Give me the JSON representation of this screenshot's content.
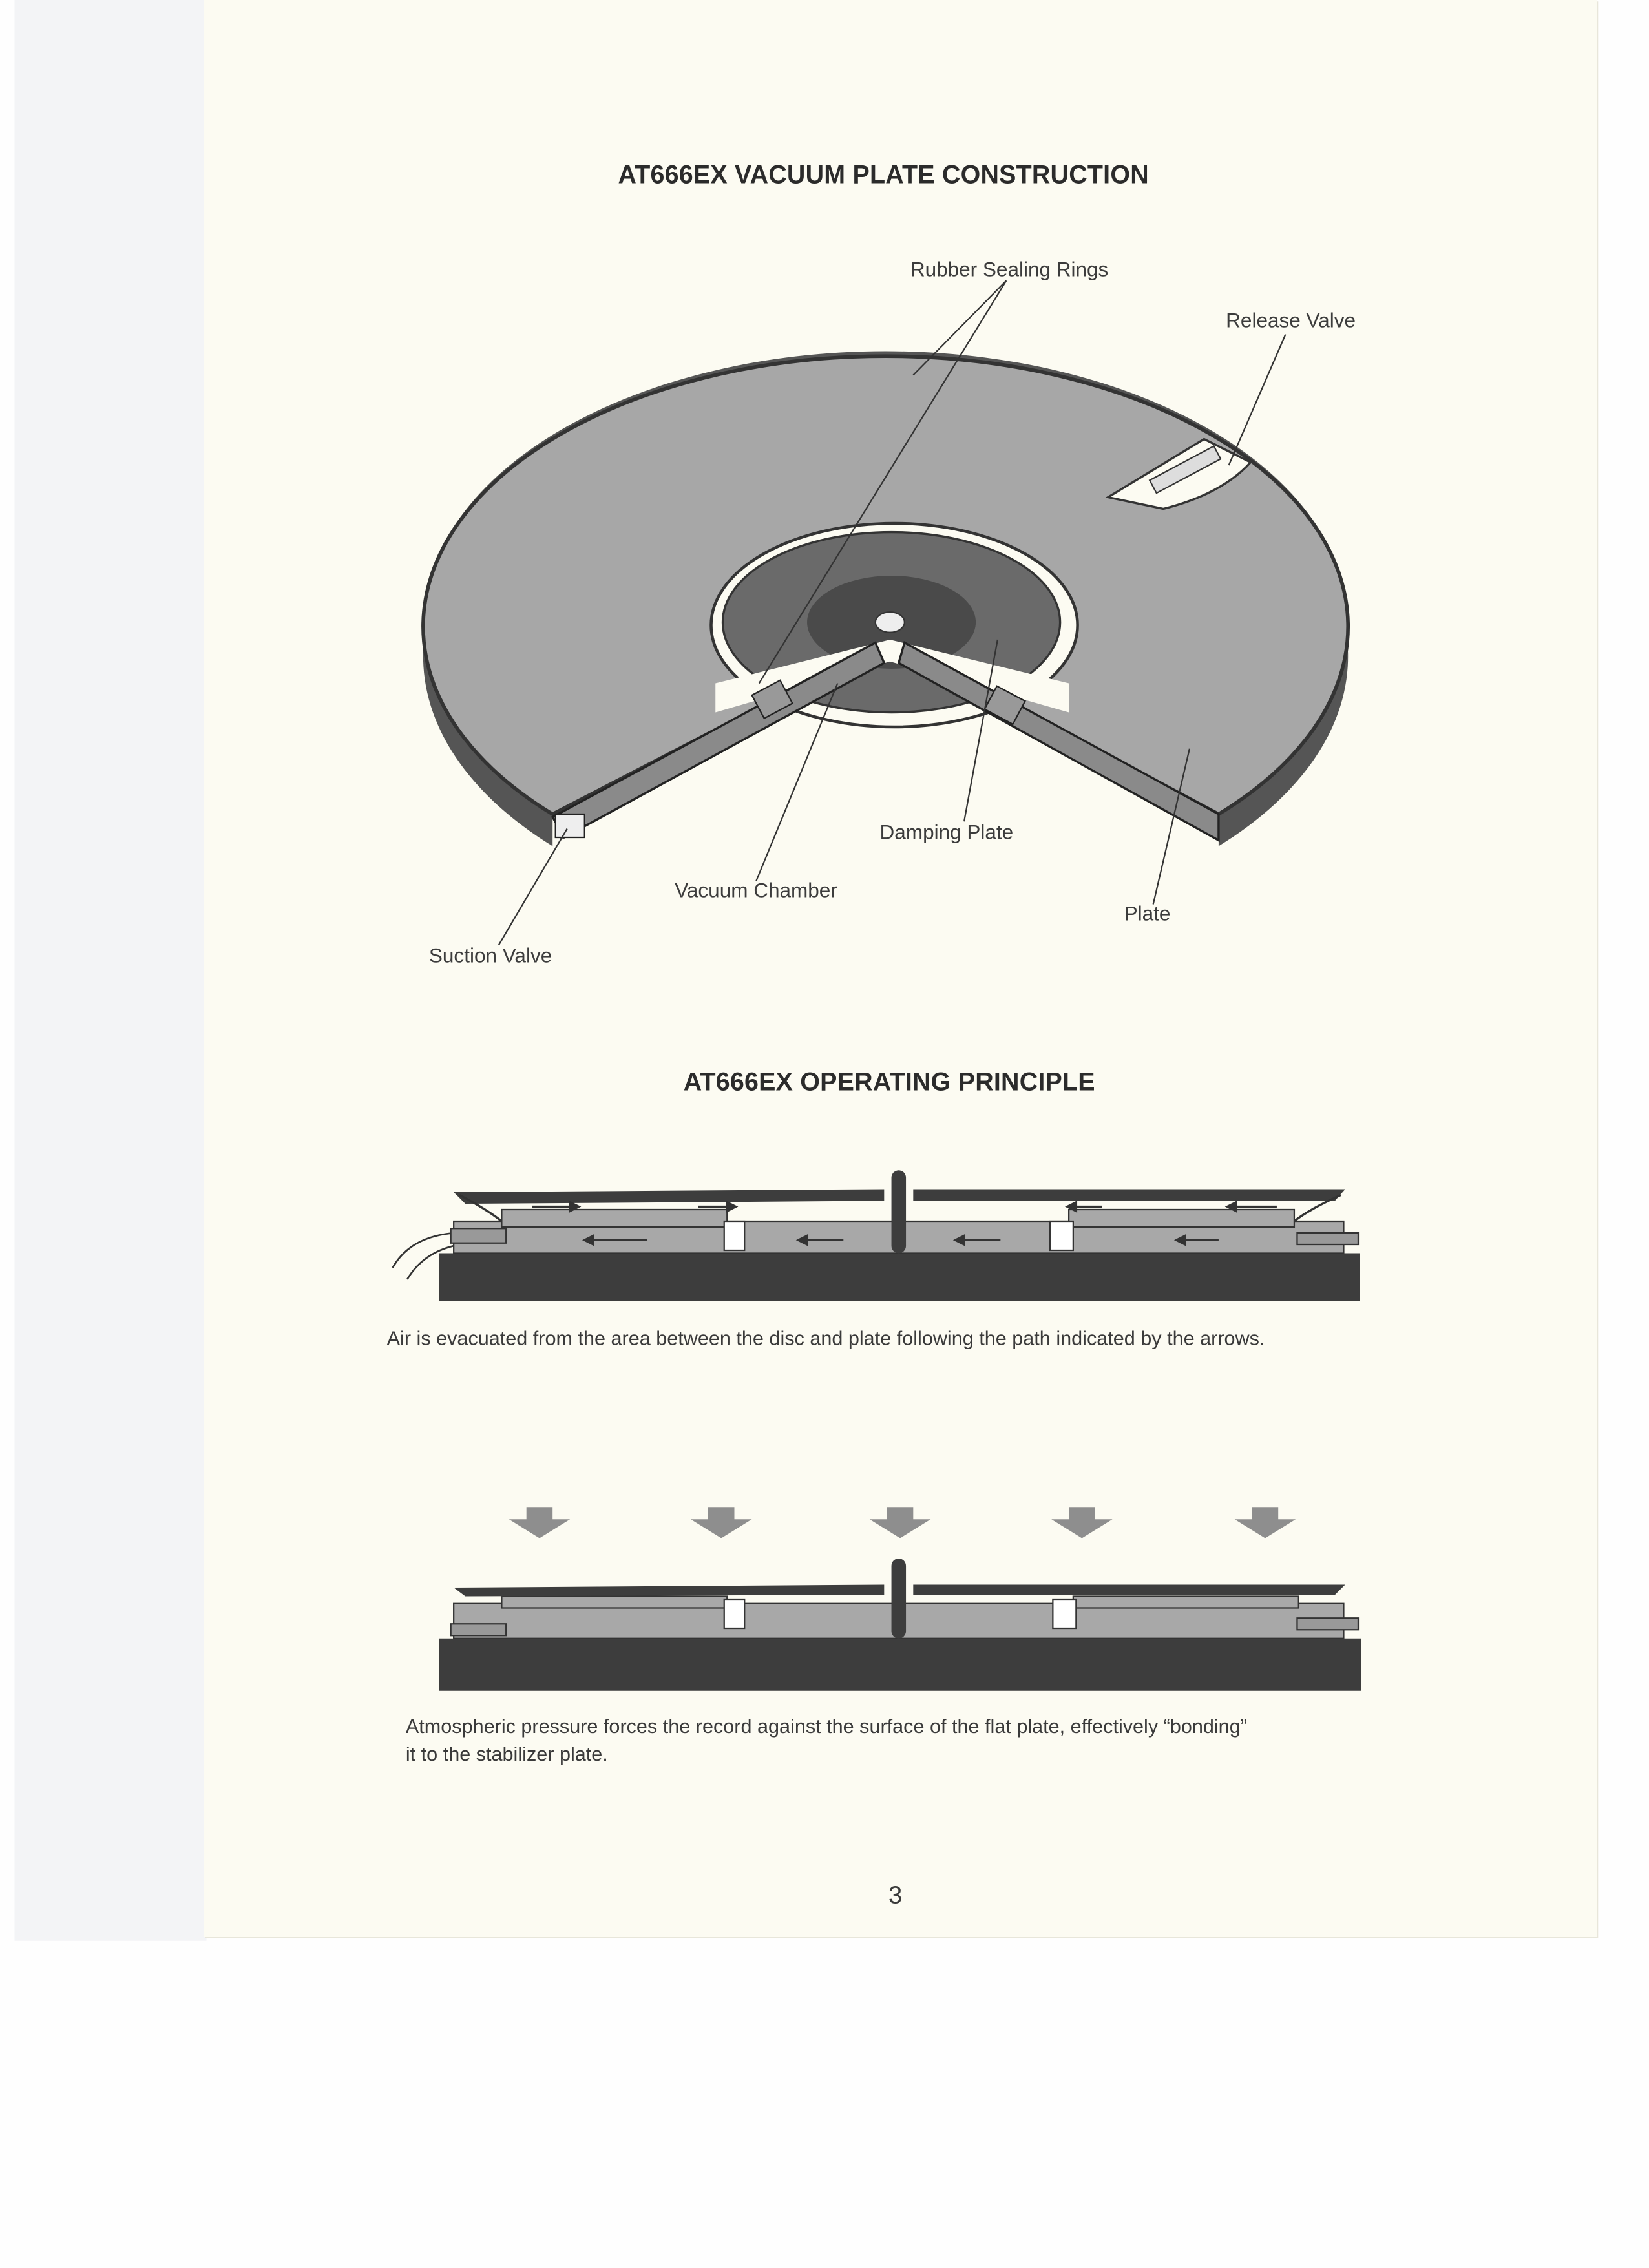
{
  "titles": {
    "construction": "AT666EX VACUUM PLATE CONSTRUCTION",
    "principle": "AT666EX OPERATING PRINCIPLE"
  },
  "construction_labels": {
    "rubber_sealing_rings": "Rubber Sealing Rings",
    "release_valve": "Release Valve",
    "damping_plate": "Damping Plate",
    "vacuum_chamber": "Vacuum Chamber",
    "plate": "Plate",
    "suction_valve": "Suction Valve"
  },
  "captions": {
    "evacuation": "Air is evacuated from the area between the disc and plate following the path indicated by the arrows.",
    "pressure_line1": "Atmospheric pressure forces the record against the surface of the flat plate, effectively “bonding”",
    "pressure_line2": "it to the stabilizer plate."
  },
  "page_number": "3",
  "colors": {
    "paper": "#fcfbf2",
    "plate_gray": "#a9a9a9",
    "dark": "#3d3d3d"
  }
}
